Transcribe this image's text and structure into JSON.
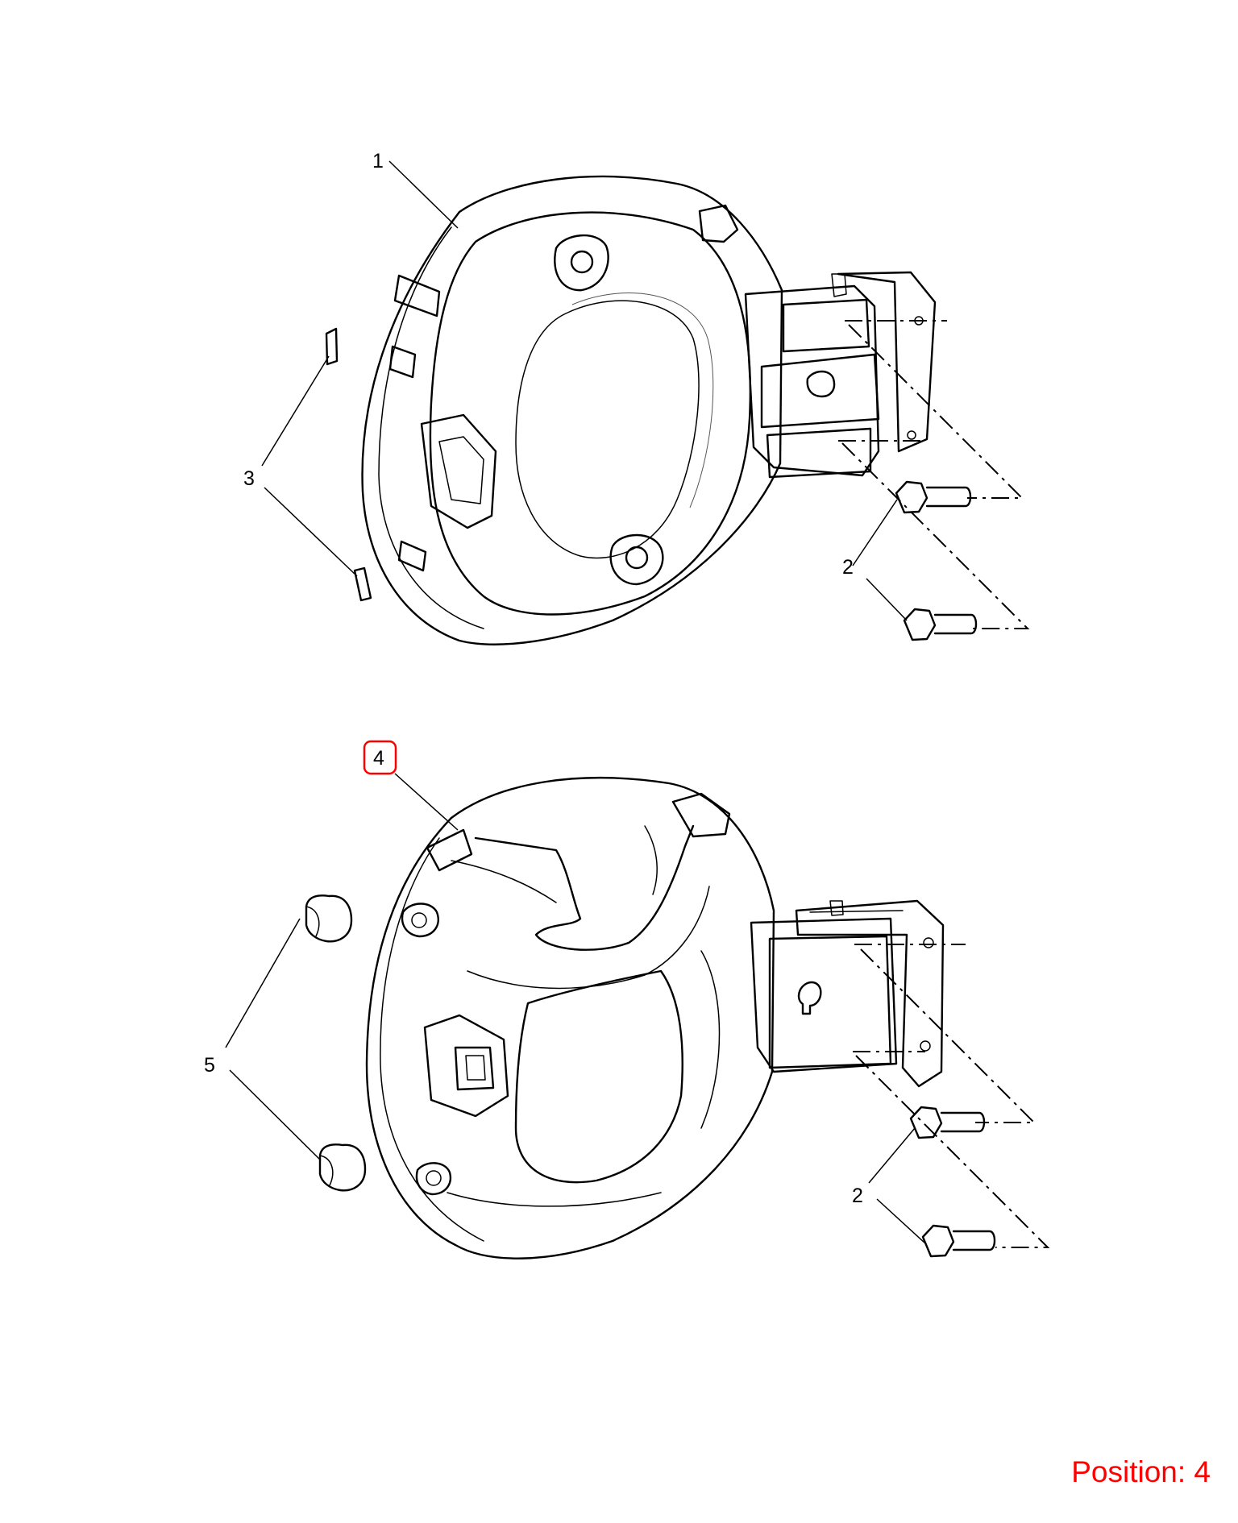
{
  "callouts": {
    "upper_door": "1",
    "upper_bolt": "2",
    "seal": "3",
    "lower_door": "4",
    "bumper": "5",
    "lower_bolt": "2"
  },
  "highlighted_callout": "4",
  "position_prefix": "Position:",
  "position_value": "4",
  "colors": {
    "line": "#000000",
    "highlight": "#ff0000",
    "background": "#ffffff"
  }
}
